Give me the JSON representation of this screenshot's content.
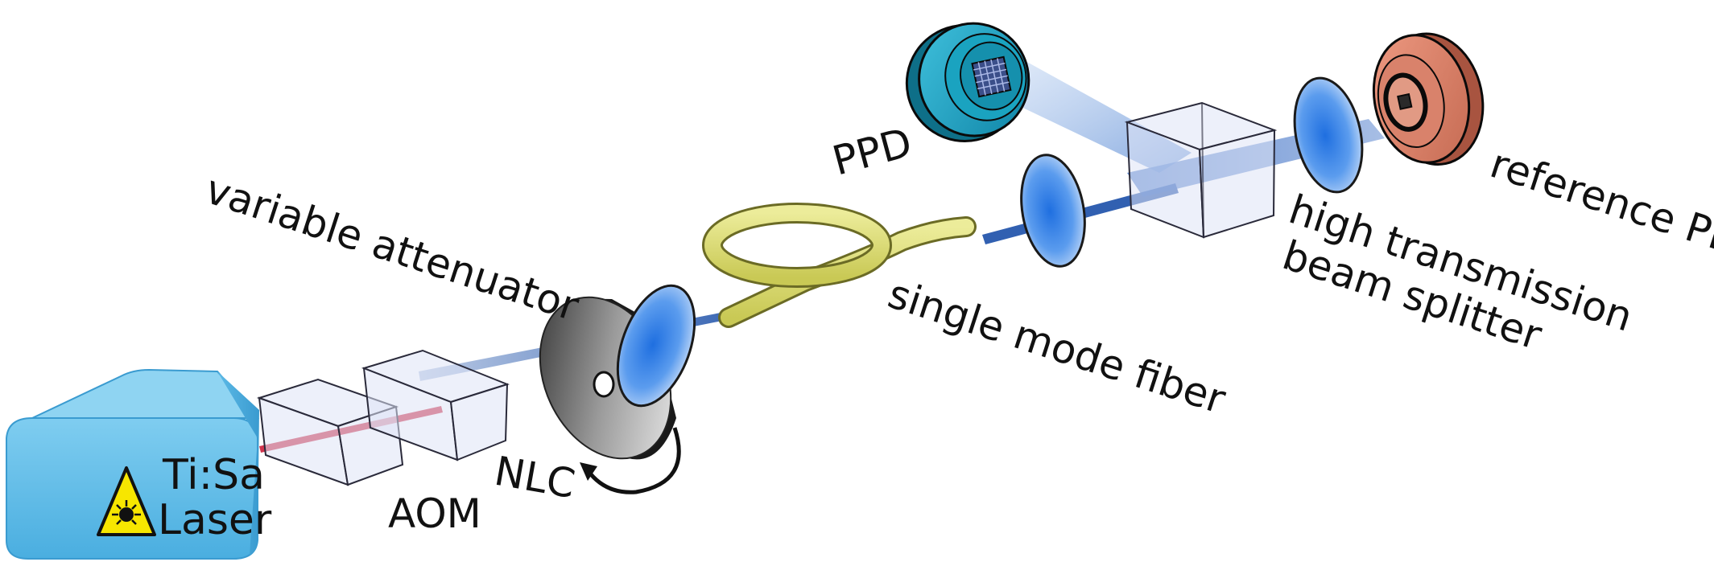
{
  "labels": {
    "laser_line1": "Ti:Sa",
    "laser_line2": "Laser",
    "aom": "AOM",
    "nlc": "NLC",
    "variable_attenuator": "variable attenuator",
    "single_mode_fiber": "single mode fiber",
    "ppd": "PPD",
    "beam_splitter_line1": "high transmission",
    "beam_splitter_line2": "beam splitter",
    "reference_pd": "reference PD"
  },
  "icons": {
    "laser_warning": "laser-hazard-triangle-icon",
    "rotation": "curved-rotation-arrow-icon"
  },
  "colors": {
    "laser_body": "#5bbde8",
    "red_beam": "#c8102e",
    "blue_beam": "#1b4fa8",
    "optics_blue": "#4a90e2",
    "fiber": "#d8d86a",
    "ppd_body": "#1aa3c0",
    "reference_pd_body": "#d9826b",
    "crystal_fill": "#dfe4f5",
    "warning_yellow": "#f7e600"
  }
}
